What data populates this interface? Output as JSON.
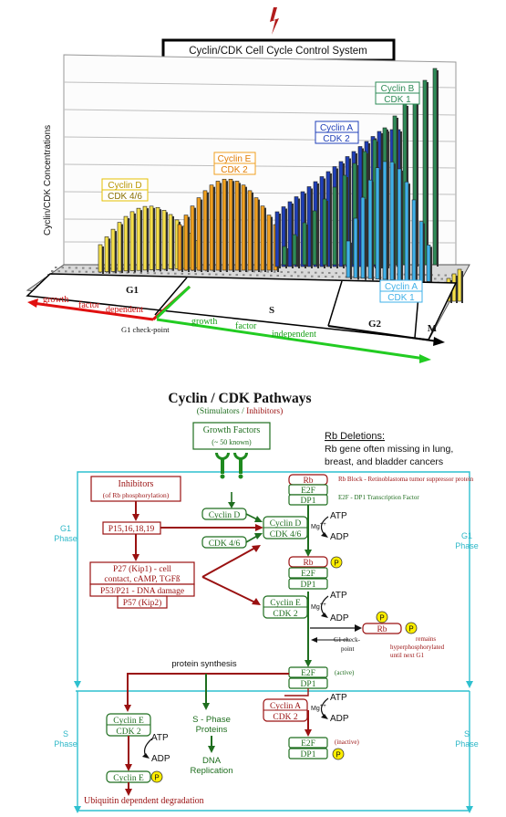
{
  "chart": {
    "title": "Cyclin/CDK Cell Cycle Control System",
    "y_label": "Cyclin/CDK Concentrations",
    "phases": [
      "G1",
      "S",
      "G2",
      "M"
    ],
    "dependent_words": [
      "growth",
      "factor",
      "dependent"
    ],
    "independent_words": [
      "growth",
      "factor",
      "independent"
    ],
    "checkpoint": "G1 check-point",
    "labels": {
      "cyclin_d": [
        "Cyclin D",
        "CDK 4/6"
      ],
      "cyclin_e": [
        "Cyclin E",
        "CDK 2"
      ],
      "cyclin_a": [
        "Cyclin A",
        "CDK 2"
      ],
      "cyclin_b": [
        "Cyclin B",
        "CDK 1"
      ],
      "cyclin_a2": [
        "Cyclin A",
        "CDK 1"
      ]
    },
    "colors": {
      "cyclin_d": "#f6e04a",
      "cyclin_e": "#f0a020",
      "cyclin_a": "#1f3fb8",
      "cyclin_b": "#2e8b57",
      "cyclin_a2": "#3fb0e8",
      "dependent": "#e01010",
      "independent": "#22cc22"
    }
  },
  "pathways": {
    "title": "Cyclin / CDK Pathways",
    "subtitle_stim": "(Stimulators /",
    "subtitle_inh": "Inhibitors)",
    "growth_factors": "Growth Factors",
    "growth_factors_sub": "(~ 50 known)",
    "rb_deletions_title": "Rb Deletions:",
    "rb_deletions_lines": [
      "Rb gene often missing in lung,",
      "breast, and bladder cancers"
    ],
    "inhibitors": "Inhibitors",
    "inhibitors_sub": "(of Rb phosphorylation)",
    "p15": "P15,16,18,19",
    "p27_lines": [
      "P27 (Kip1) - cell",
      "contact, cAMP, TGFß"
    ],
    "p53": "P53/P21 - DNA damage",
    "p57": "P57 (Kip2)",
    "cyclin_d": "Cyclin D",
    "cdk46": "CDK 4/6",
    "cyclin_d_cdk": [
      "Cyclin D",
      "CDK 4/6"
    ],
    "cyclin_e_cdk": [
      "Cyclin E",
      "CDK 2"
    ],
    "rb": "Rb",
    "e2f": "E2F",
    "dp1": "DP1",
    "p": "P",
    "atp": "ATP",
    "adp": "ADP",
    "mg": "Mg",
    "plus": "++",
    "rb_block": "Rb Block - Retinoblastoma tumor suppressor protein",
    "e2f_note": "E2F - DP1 Transcription Factor",
    "g1_phase": [
      "G1",
      "Phase"
    ],
    "s_phase": [
      "S",
      "Phase"
    ],
    "g1_checkpoint": [
      "G1 check-",
      "point"
    ],
    "remains_lines": [
      "remains",
      "hyperphosphorylated",
      "until next G1"
    ],
    "active": "(active)",
    "inactive": "(inactive)",
    "protein_synthesis": "protein synthesis",
    "cyclin_a_cdk": [
      "Cyclin A",
      "CDK 2"
    ],
    "cyclin_e_cdk_s": [
      "Cyclin E",
      "CDK 2"
    ],
    "cyclin_e": "Cyclin E",
    "sphase_proteins": [
      "S - Phase",
      "Proteins"
    ],
    "dna_replication": [
      "DNA",
      "Replication"
    ],
    "ubiquitin": "Ubiquitin dependent degradation"
  }
}
